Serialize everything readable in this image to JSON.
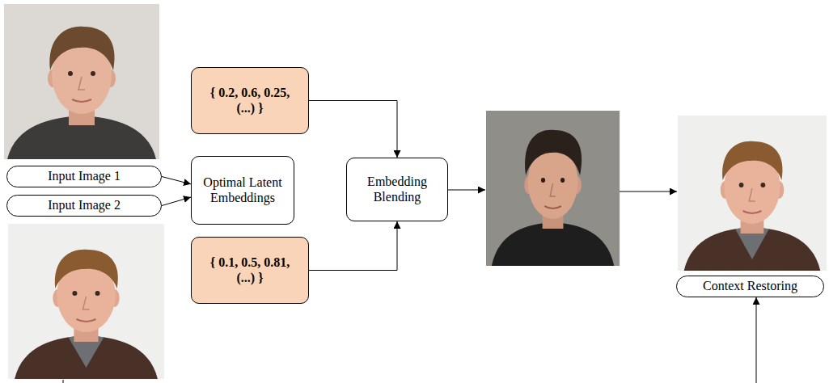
{
  "diagram": {
    "nodes": [
      {
        "text": [
          "Input Image 1"
        ]
      },
      {
        "text": [
          "Input Image 2"
        ]
      },
      {
        "text": [
          "Optimal Latent Embeddings"
        ]
      },
      {
        "text": [
          "{ 0.2, 0.6, 0.25, (...) }"
        ]
      },
      {
        "text": [
          "{ 0.1, 0.5, 0.81, (...) }"
        ]
      },
      {
        "text": [
          "Embedding Blending"
        ]
      },
      {
        "text": [
          "Context Restoring"
        ]
      }
    ],
    "edges": [
      {
        "from": 0,
        "to": 2,
        "arrow": "to"
      },
      {
        "from": 1,
        "to": 2,
        "arrow": "to"
      },
      {
        "from": 3,
        "to": 5,
        "arrow": "to"
      },
      {
        "from": 4,
        "to": 5,
        "arrow": "to"
      }
    ]
  }
}
